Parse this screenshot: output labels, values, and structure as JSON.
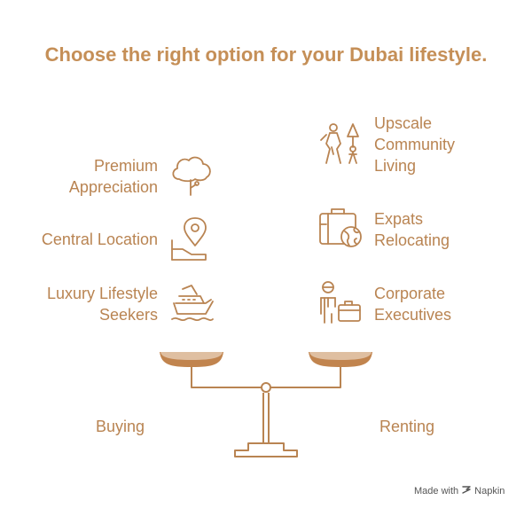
{
  "title": "Choose the right option for your Dubai lifestyle.",
  "left": {
    "side_label": "Buying",
    "items": [
      {
        "label": "Premium\nAppreciation",
        "icon": "tree-icon"
      },
      {
        "label": "Central Location",
        "icon": "location-pin-icon"
      },
      {
        "label": "Luxury Lifestyle\nSeekers",
        "icon": "yacht-icon"
      }
    ]
  },
  "right": {
    "side_label": "Renting",
    "items": [
      {
        "label": "Upscale\nCommunity\nLiving",
        "icon": "family-hiking-icon"
      },
      {
        "label": "Expats\nRelocating",
        "icon": "suitcase-globe-icon"
      },
      {
        "label": "Corporate\nExecutives",
        "icon": "businessperson-briefcase-icon"
      }
    ]
  },
  "footer": {
    "made_with": "Made with",
    "brand": "Napkin"
  },
  "colors": {
    "accent": "#c58f57",
    "text": "#b98452",
    "dark_bowl": "#c1844e",
    "light_bowl": "#f3e6d8"
  }
}
